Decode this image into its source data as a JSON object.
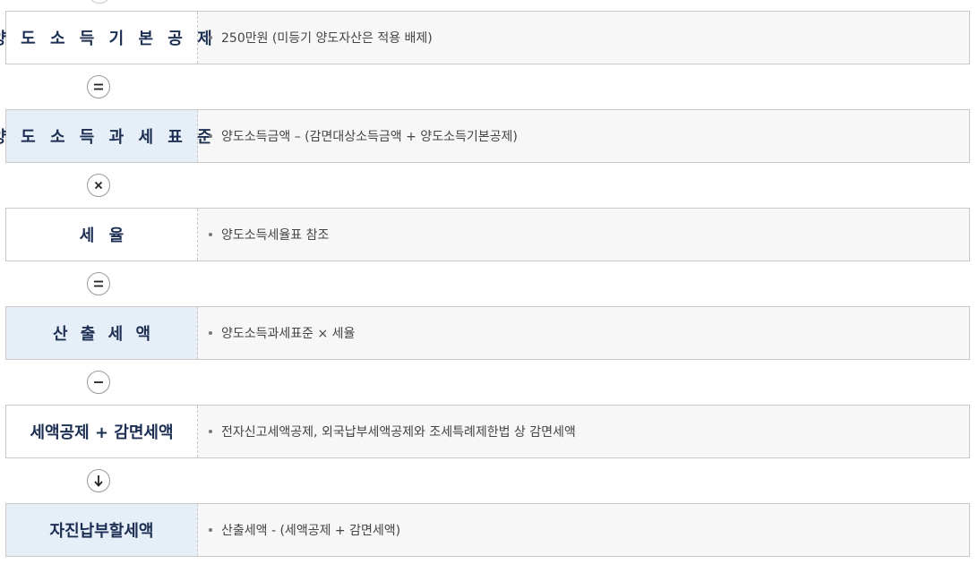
{
  "steps": [
    {
      "label": "양 도 소 득 기 본 공 제",
      "desc": "250만원 (미등기 양도자산은 적용 배제)"
    },
    {
      "label": "양 도 소 득 과 세 표 준",
      "desc": "양도소득금액 – (감면대상소득금액 + 양도소득기본공제)"
    },
    {
      "label": "세 율",
      "desc": "양도소득세율표 참조"
    },
    {
      "label": "산 출 세 액",
      "desc": "양도소득과세표준 × 세율"
    },
    {
      "label": "세액공제 + 감면세액",
      "desc": "전자신고세액공제, 외국납부세액공제와 조세특례제한법 상 감면세액"
    },
    {
      "label": "자진납부할세액",
      "desc": "산출세액 - (세액공제 + 감면세액)"
    }
  ],
  "operators": [
    "equals-icon",
    "multiply-icon",
    "equals-icon",
    "minus-icon",
    "arrow-down-icon"
  ],
  "colors": {
    "label_text": "#1c2f53",
    "highlight_label_bg": "#e6eef8",
    "desc_bg": "#f7f7f7",
    "border": "#c9c9c9"
  }
}
